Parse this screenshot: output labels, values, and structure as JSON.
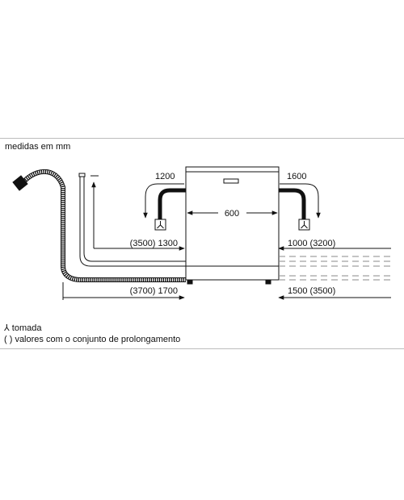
{
  "header": {
    "units_note": "medidas em mm"
  },
  "dimensions": {
    "appliance_width": "600",
    "left_drain_height": "1200",
    "right_drain_height": "1600",
    "left_water_hose": "(3500) 1300",
    "right_water_hose": "1000 (3200)",
    "left_power_cable": "(3700) 1700",
    "right_power_cable": "1500 (3500)"
  },
  "legend": {
    "socket_symbol": "⅄",
    "socket_label": "tomada",
    "extension_note": "( ) valores com o conjunto de prolongamento"
  }
}
